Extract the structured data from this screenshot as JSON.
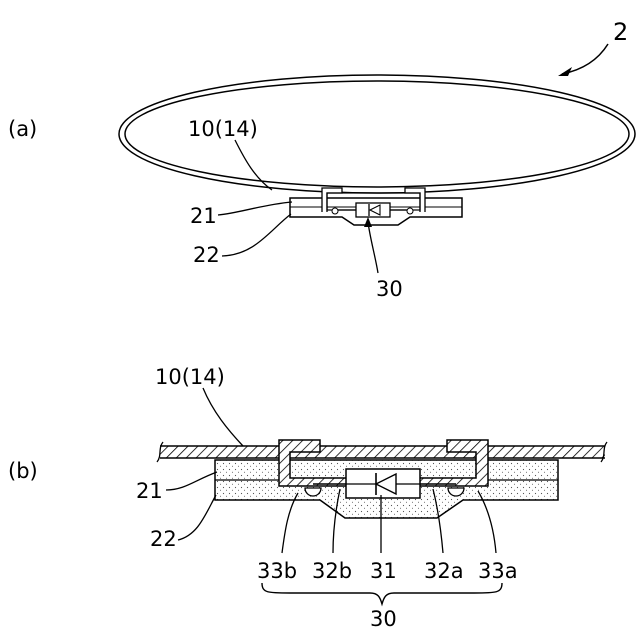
{
  "figure_number": "2",
  "panel_a": {
    "label": "(a)",
    "labels": {
      "ring": "10(14)",
      "layer_21": "21",
      "layer_22": "22",
      "module": "30"
    }
  },
  "panel_b": {
    "label": "(b)",
    "labels": {
      "ring": "10(14)",
      "layer_21": "21",
      "layer_22": "22",
      "c33b": "33b",
      "c32b": "32b",
      "c31": "31",
      "c32a": "32a",
      "c33a": "33a",
      "module": "30"
    }
  }
}
